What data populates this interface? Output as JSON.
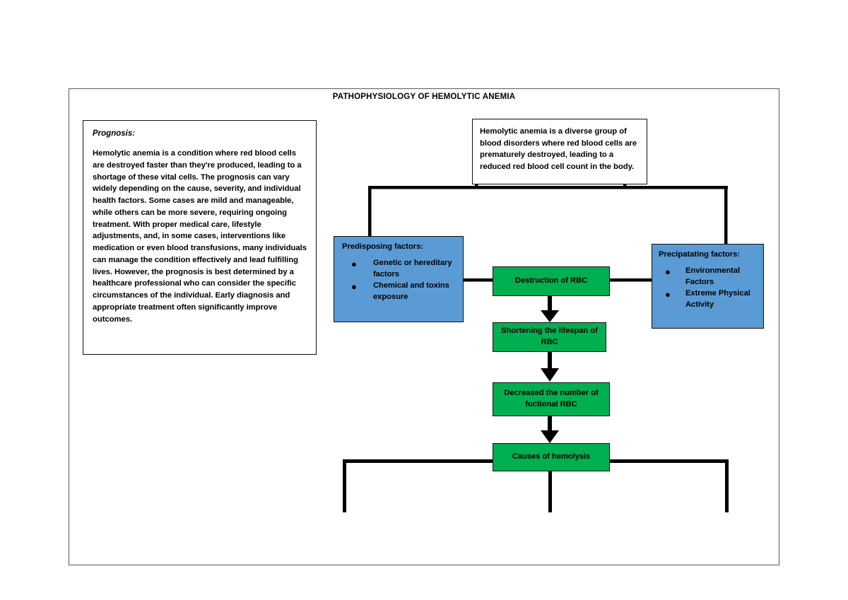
{
  "diagram": {
    "title": "PATHOPHYSIOLOGY OF HEMOLYTIC ANEMIA",
    "prognosis": {
      "label": "Prognosis:",
      "body": "Hemolytic anemia is a condition where red blood cells are destroyed faster than they're produced, leading to a shortage of these vital cells. The prognosis can vary widely depending on the cause, severity, and individual health factors. Some cases are mild and manageable, while others can be more severe, requiring ongoing treatment. With proper medical care, lifestyle adjustments, and, in some cases, interventions like medication or even blood transfusions, many individuals can manage the condition effectively and lead fulfilling lives. However, the prognosis is best determined by a healthcare professional who can consider the specific circumstances of the individual. Early diagnosis and appropriate treatment often significantly improve outcomes."
    },
    "definition": {
      "body": "Hemolytic anemia is a diverse group of blood disorders where red blood cells are prematurely destroyed, leading to a reduced red blood cell count in the body."
    },
    "predisposing": {
      "title": "Predisposing factors:",
      "bullet_glyph": "●",
      "items": [
        "Genetic or hereditary factors",
        "Chemical and toxins exposure"
      ]
    },
    "precipitating": {
      "title": "Precipatating factors:",
      "bullet_glyph": "●",
      "items": [
        "Environmental Factors",
        "Extreme Physical Activity"
      ]
    },
    "process": {
      "destruction": "Destruction of RBC",
      "shortening": "Shortening the lifespan of RBC",
      "decreased": "Decreased the number of fuctional RBC",
      "causes": "Causes of hemolysis"
    },
    "colors": {
      "green_fill": "#00AF50",
      "blue_fill": "#5B9BD5",
      "box_border": "#0D0D0D",
      "page_border": "#5A5A5A",
      "connector": "#000000",
      "text": "#000000"
    }
  }
}
